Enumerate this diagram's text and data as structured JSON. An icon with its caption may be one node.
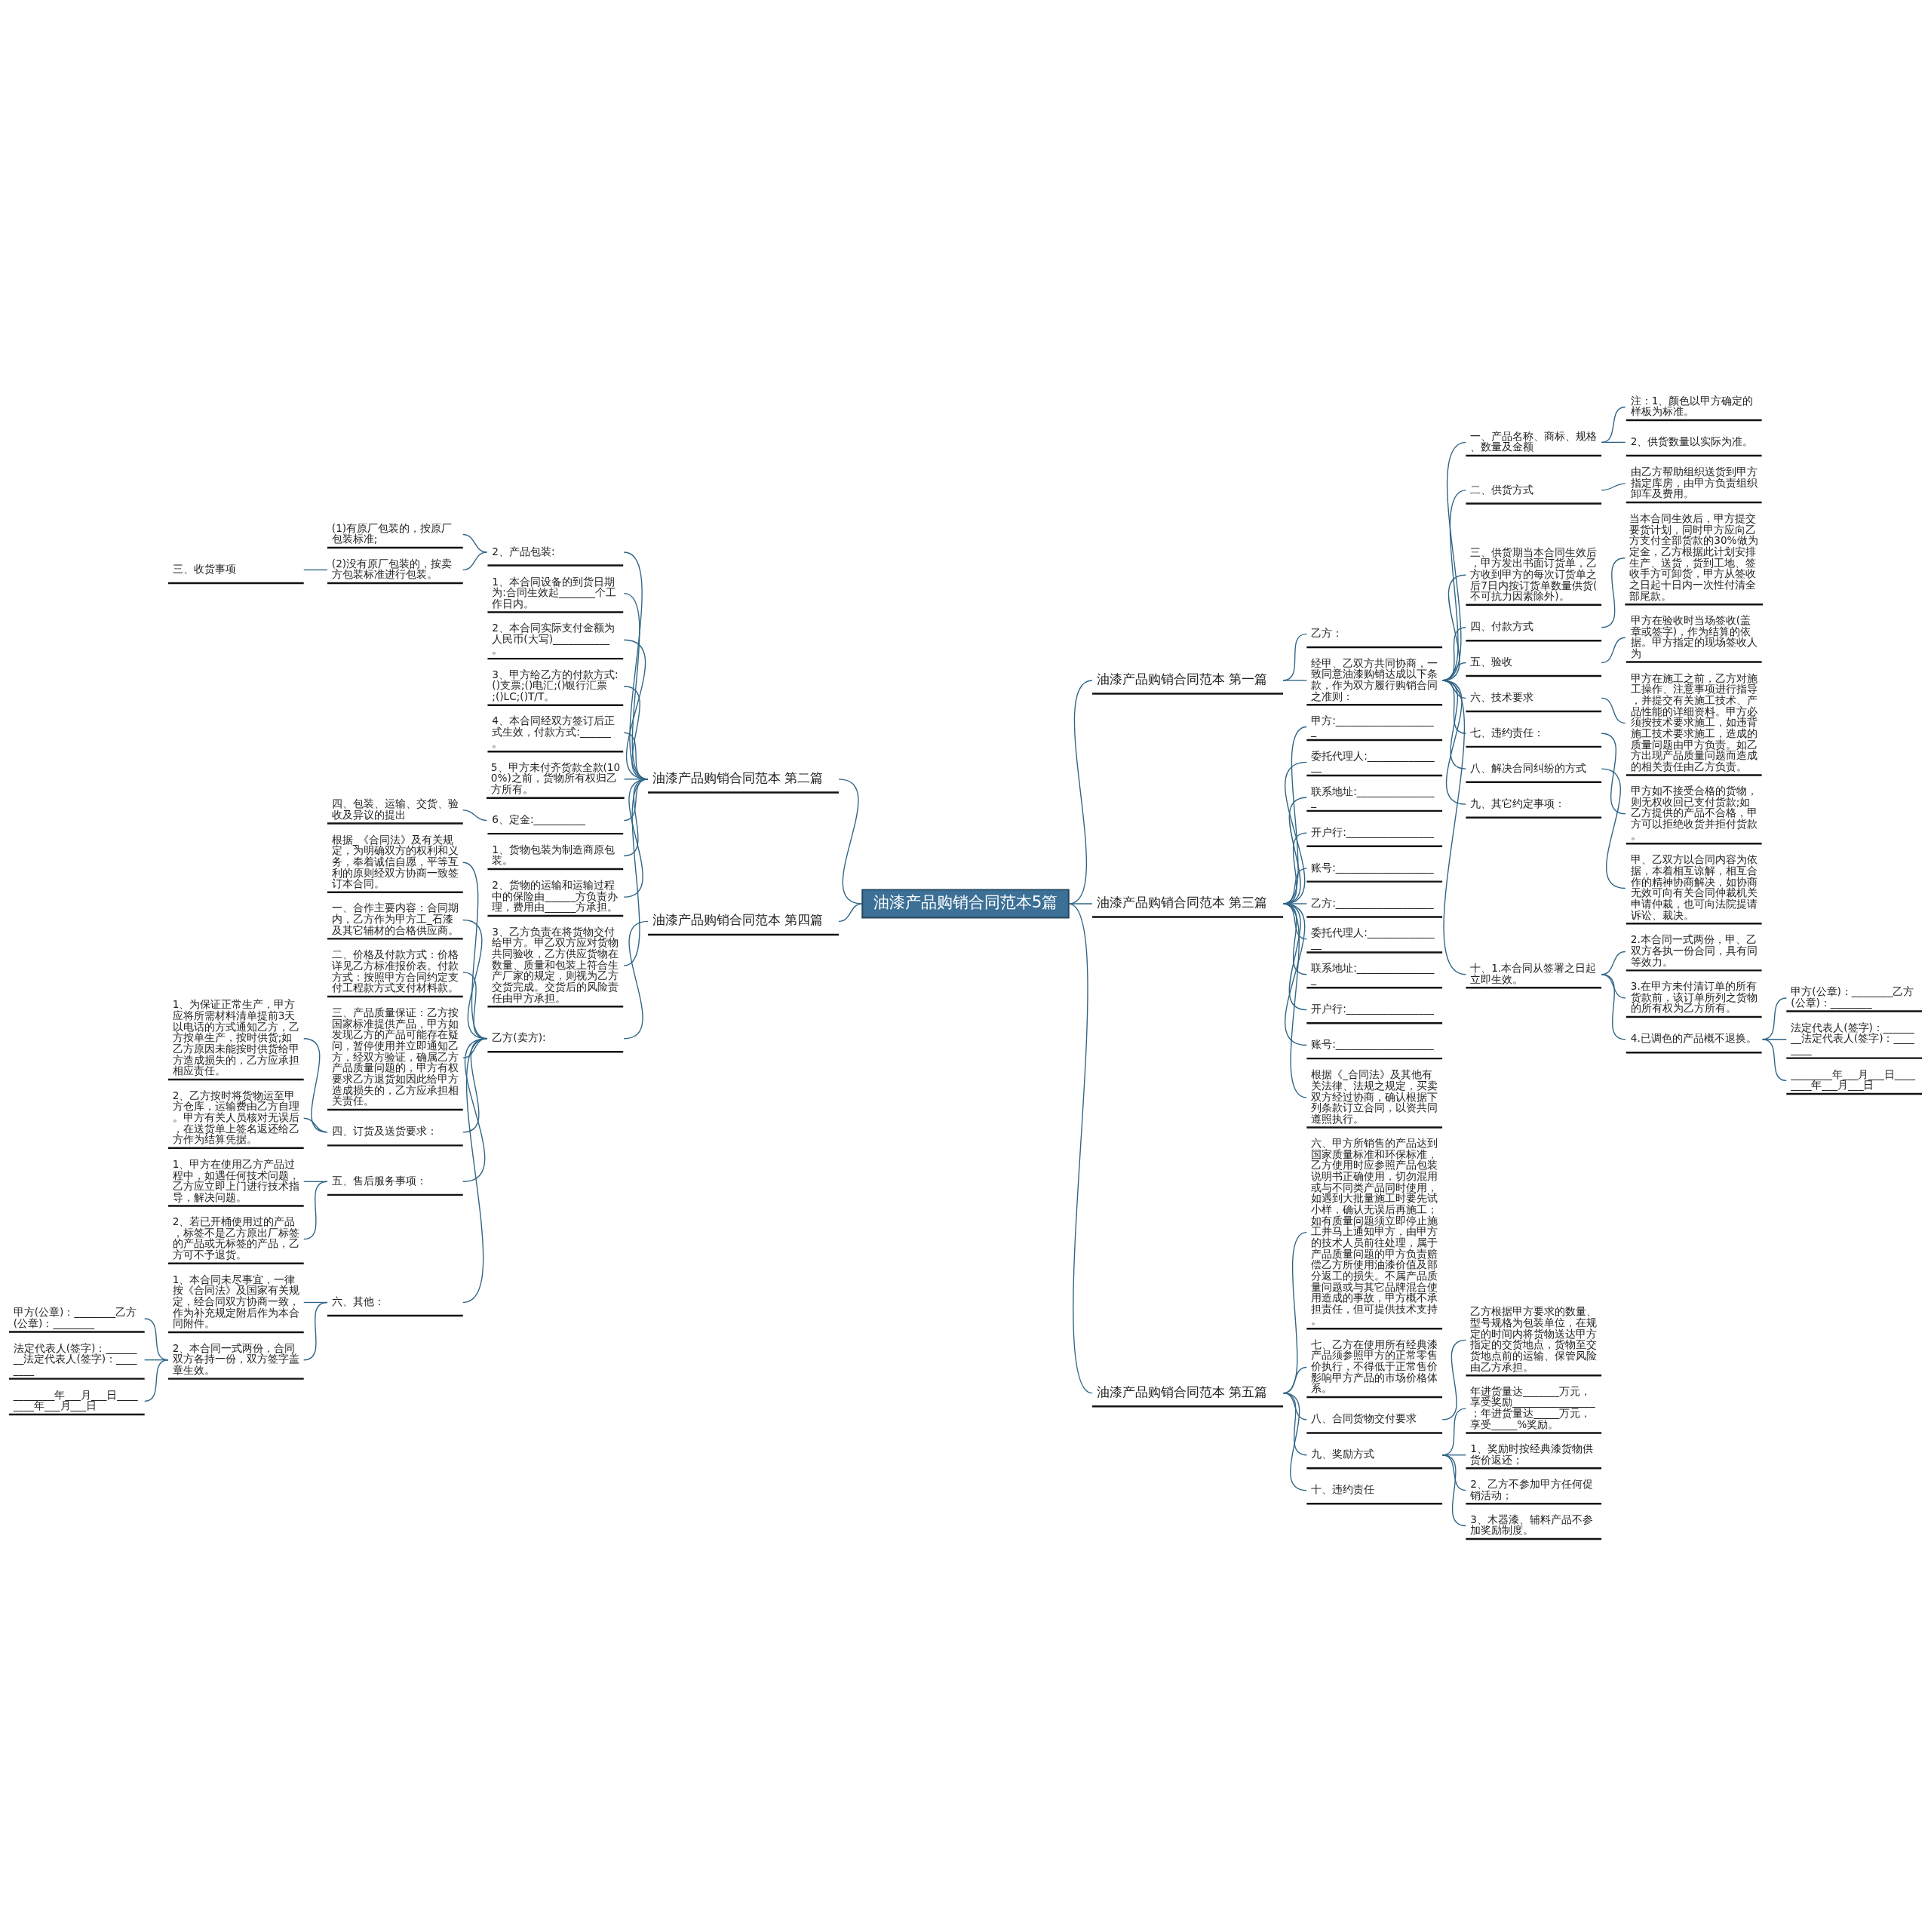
{
  "diagram": {
    "nodes": [
      {
        "text": [
          "油漆产品购销合同范本5篇"
        ]
      },
      {
        "text": [
          "油漆产品购销合同范本 第一篇"
        ]
      },
      {
        "text": [
          "乙方："
        ]
      },
      {
        "text": [
          "经甲、乙双方共同协商，一致同意油漆购销达成以下条款，作为双方履行购销合同之准则："
        ]
      },
      {
        "text": [
          "一、产品名称、商标、规格、数量及金额"
        ]
      },
      {
        "text": [
          "注：1、颜色以甲方确定的样板为标准。"
        ]
      },
      {
        "text": [
          "2、供货数量以实际为准。"
        ]
      },
      {
        "text": [
          "二、供货方式"
        ]
      },
      {
        "text": [
          "由乙方帮助组织送货到甲方指定库房，由甲方负责组织卸车及费用。"
        ]
      },
      {
        "text": [
          "三、供货期当本合同生效后，甲方发出书面订货单，乙方收到甲方的每次订货单之后7日内按订货单数量供货(不可抗力因素除外)。"
        ]
      },
      {
        "text": [
          "四、付款方式"
        ]
      },
      {
        "text": [
          "当本合同生效后，甲方提交要货计划，同时甲方应向乙方支付全部货款的30%做为定金，乙方根据此计划安排生产、送货，货到工地、签收手方可卸货，甲方从签收之日起十日内一次性付清全部尾款。"
        ]
      },
      {
        "text": [
          "五、验收"
        ]
      },
      {
        "text": [
          "甲方在验收时当场签收(盖章或签字)，作为结算的依据。甲方指定的现场签收人为"
        ]
      },
      {
        "text": [
          "六、技术要求"
        ]
      },
      {
        "text": [
          "甲方在施工之前，乙方对施工操作、注意事项进行指导，并提交有关施工技术、产品性能的详细资料。甲方必须按技术要求施工，如违背施工技术要求施工，造成的质量问题由甲方负责。如乙方出现产品质量问题而造成的相关责任由乙方负责。"
        ]
      },
      {
        "text": [
          "七、违约责任："
        ]
      },
      {
        "text": [
          "甲方如不接受合格的货物，则无权收回已支付货款;如乙方提供的产品不合格，甲方可以拒绝收货并拒付货款。"
        ]
      },
      {
        "text": [
          "八、解决合同纠纷的方式"
        ]
      },
      {
        "text": [
          "甲、乙双方以合同内容为依据，本着相互谅解，相互合作的精神协商解决，如协商无效可向有关合同仲裁机关申请仲裁，也可向法院提请诉讼、裁决。"
        ]
      },
      {
        "text": [
          "九、其它约定事项："
        ]
      },
      {
        "text": [
          "十、1.本合同从签署之日起立即生效。"
        ]
      },
      {
        "text": [
          "2.本合同一式两份，甲、乙双方各执一份合同，具有同等效力。"
        ]
      },
      {
        "text": [
          "3.在甲方未付清订单的所有货款前，该订单所列之货物的所有权为乙方所有。"
        ]
      },
      {
        "text": [
          "4.已调色的产品概不退换。"
        ]
      },
      {
        "text": [
          "甲方(公章)：________乙方(公章)：________"
        ]
      },
      {
        "text": [
          "法定代表人(签字)：________法定代表人(签字)：________"
        ]
      },
      {
        "text": [
          "________年___月___日________年___月___日"
        ]
      },
      {
        "text": [
          "油漆产品购销合同范本 第二篇"
        ]
      },
      {
        "text": [
          "2、产品包装:"
        ]
      },
      {
        "text": [
          "(1)有原厂包装的，按原厂包装标准;"
        ]
      },
      {
        "text": [
          "(2)没有原厂包装的，按卖方包装标准进行包装。"
        ]
      },
      {
        "text": [
          "三、收货事项"
        ]
      },
      {
        "text": [
          "1、本合同设备的到货日期为:合同生效起_______个工作日内。"
        ]
      },
      {
        "text": [
          "2、本合同实际支付金额为人民币(大写)___________。"
        ]
      },
      {
        "text": [
          "3、甲方给乙方的付款方式:()支票;()电汇;()银行汇票;()LC;()T/T。"
        ]
      },
      {
        "text": [
          "4、本合同经双方签订后正式生效，付款方式:______。"
        ]
      },
      {
        "text": [
          "5、甲方未付齐货款全款(100%)之前，货物所有权归乙方所有。"
        ]
      },
      {
        "text": [
          "6、定金:__________"
        ]
      },
      {
        "text": [
          "四、包装、运输、交货、验收及异议的提出"
        ]
      },
      {
        "text": [
          "1、货物包装为制造商原包装。"
        ]
      },
      {
        "text": [
          "2、货物的运输和运输过程中的保险由______方负责办理，费用由______方承担。"
        ]
      },
      {
        "text": [
          "3、乙方负责在将货物交付给甲方。甲乙双方应对货物共同验收，乙方供应货物在数量、质量和包装上符合生产厂家的规定，则视为乙方交货完成。交货后的风险责任由甲方承担。"
        ]
      },
      {
        "text": [
          "油漆产品购销合同范本 第三篇"
        ]
      },
      {
        "text": [
          "甲方:____________________"
        ]
      },
      {
        "text": [
          "委托代理人:_______________"
        ]
      },
      {
        "text": [
          "联系地址:________________"
        ]
      },
      {
        "text": [
          "开户行:_________________"
        ]
      },
      {
        "text": [
          "账号:___________________"
        ]
      },
      {
        "text": [
          "乙方:___________________"
        ]
      },
      {
        "text": [
          "委托代理人:_______________"
        ]
      },
      {
        "text": [
          "联系地址:________________"
        ]
      },
      {
        "text": [
          "开户行:_________________"
        ]
      },
      {
        "text": [
          "账号:___________________"
        ]
      },
      {
        "text": [
          "根据《_合同法》及其他有关法律、法规之规定，买卖双方经过协商，确认根据下列条款订立合同，以资共同遵照执行。"
        ]
      },
      {
        "text": [
          "油漆产品购销合同范本 第四篇"
        ]
      },
      {
        "text": [
          "乙方(卖方):"
        ]
      },
      {
        "text": [
          "根据_《合同法》及有关规定，为明确双方的权利和义务，奉着诚信自愿，平等互利的原则经双方协商一致签订本合同。"
        ]
      },
      {
        "text": [
          "一、合作主要内容：合同期内，乙方作为甲方工_石漆及其它辅材的合格供应商。"
        ]
      },
      {
        "text": [
          "二、价格及付款方式：价格详见乙方标准报价表。付款方式：按照甲方合同约定支付工程款方式支付材料款。"
        ]
      },
      {
        "text": [
          "三、产品质量保证：乙方按国家标准提供产品，甲方如发现乙方的产品可能存在疑问，暂停使用并立即通知乙方，经双方验证，确属乙方产品质量问题的，甲方有权要求乙方退货如因此给甲方造成损失的，乙方应承担相关责任。"
        ]
      },
      {
        "text": [
          "四、订货及送货要求："
        ]
      },
      {
        "text": [
          "1、为保证正常生产，甲方应将所需材料清单提前3天以电话的方式通知乙方，乙方按单生产，按时供货;如乙方原因未能按时供货给甲方造成损失的，乙方应承担相应责任。"
        ]
      },
      {
        "text": [
          "2、乙方按时将货物运至甲方仓库，运输费由乙方自理。甲方有关人员核对无误后，在送货单上签名返还给乙方作为结算凭据。"
        ]
      },
      {
        "text": [
          "五、售后服务事项："
        ]
      },
      {
        "text": [
          "1、甲方在使用乙方产品过程中，如遇任何技术问题，乙方应立即上门进行技术指导，解决问题。"
        ]
      },
      {
        "text": [
          "2、若已开桶使用过的产品，标签不是乙方原出厂标签的产品或无标签的产品，乙方可不予退货。"
        ]
      },
      {
        "text": [
          "六、其他："
        ]
      },
      {
        "text": [
          "1、本合同未尽事宜，一律按《合同法》及国家有关规定，经合同双方协商一致，作为补充规定附后作为本合同附件。"
        ]
      },
      {
        "text": [
          "2、本合同一式两份，合同双方各持一份，双方签字盖章生效。"
        ]
      },
      {
        "text": [
          "甲方(公章)：________乙方(公章)：________"
        ]
      },
      {
        "text": [
          "法定代表人(签字)：________法定代表人(签字)：________"
        ]
      },
      {
        "text": [
          "________年___月___日________年___月___日"
        ]
      },
      {
        "text": [
          "油漆产品购销合同范本 第五篇"
        ]
      },
      {
        "text": [
          "六、甲方所销售的产品达到国家质量标准和环保标准，乙方使用时应参照产品包装说明书正确使用，切勿混用或与不同类产品同时使用，如遇到大批量施工时要先试小样，确认无误后再施工；如有质量问题须立即停止施工并马上通知甲方，由甲方的技术人员前往处理，属于产品质量问题的甲方负责赔偿乙方所使用油漆价值及部分返工的损失。不属产品质量问题或与其它品牌混合使用造成的事故，甲方概不承担责任，但可提供技术支持。"
        ]
      },
      {
        "text": [
          "七、乙方在使用所有经典漆产品须参照甲方的正常零售价执行，不得低于正常售价影响甲方产品的市场价格体系。"
        ]
      },
      {
        "text": [
          "八、合同货物交付要求"
        ]
      },
      {
        "text": [
          "乙方根据甲方要求的数量、型号规格为包装单位，在规定的时间内将货物送达甲方指定的交货地点，货物至交货地点前的运输、保管风险由乙方承担。"
        ]
      },
      {
        "text": [
          "九、奖励方式"
        ]
      },
      {
        "text": [
          "年进货量达_______万元，享受奖励________________；年进货量达_____万元，享受_____%奖励。"
        ]
      },
      {
        "text": [
          "1、奖励时按经典漆货物供货价返还；"
        ]
      },
      {
        "text": [
          "2、乙方不参加甲方任何促销活动；"
        ]
      },
      {
        "text": [
          "3、木器漆、辅料产品不参加奖励制度。"
        ]
      },
      {
        "text": [
          "十、违约责任"
        ]
      }
    ],
    "edges": [
      {
        "from": 0,
        "to": 1,
        "arrow": "none"
      },
      {
        "from": 1,
        "to": 2,
        "arrow": "none"
      },
      {
        "from": 1,
        "to": 3,
        "arrow": "none"
      },
      {
        "from": 3,
        "to": 4,
        "arrow": "none"
      },
      {
        "from": 4,
        "to": 5,
        "arrow": "none"
      },
      {
        "from": 4,
        "to": 6,
        "arrow": "none"
      },
      {
        "from": 3,
        "to": 7,
        "arrow": "none"
      },
      {
        "from": 7,
        "to": 8,
        "arrow": "none"
      },
      {
        "from": 3,
        "to": 9,
        "arrow": "none"
      },
      {
        "from": 3,
        "to": 10,
        "arrow": "none"
      },
      {
        "from": 10,
        "to": 11,
        "arrow": "none"
      },
      {
        "from": 3,
        "to": 12,
        "arrow": "none"
      },
      {
        "from": 12,
        "to": 13,
        "arrow": "none"
      },
      {
        "from": 3,
        "to": 14,
        "arrow": "none"
      },
      {
        "from": 14,
        "to": 15,
        "arrow": "none"
      },
      {
        "from": 3,
        "to": 16,
        "arrow": "none"
      },
      {
        "from": 16,
        "to": 17,
        "arrow": "none"
      },
      {
        "from": 3,
        "to": 18,
        "arrow": "none"
      },
      {
        "from": 18,
        "to": 19,
        "arrow": "none"
      },
      {
        "from": 3,
        "to": 20,
        "arrow": "none"
      },
      {
        "from": 3,
        "to": 21,
        "arrow": "none"
      },
      {
        "from": 21,
        "to": 22,
        "arrow": "none"
      },
      {
        "from": 21,
        "to": 23,
        "arrow": "none"
      },
      {
        "from": 21,
        "to": 24,
        "arrow": "none"
      },
      {
        "from": 24,
        "to": 25,
        "arrow": "none"
      },
      {
        "from": 24,
        "to": 26,
        "arrow": "none"
      },
      {
        "from": 24,
        "to": 27,
        "arrow": "none"
      },
      {
        "from": 28,
        "to": 0,
        "arrow": "none"
      },
      {
        "from": 29,
        "to": 28,
        "arrow": "none"
      },
      {
        "from": 30,
        "to": 29,
        "arrow": "none"
      },
      {
        "from": 31,
        "to": 29,
        "arrow": "none"
      },
      {
        "from": 32,
        "to": 31,
        "arrow": "none"
      },
      {
        "from": 33,
        "to": 28,
        "arrow": "none"
      },
      {
        "from": 34,
        "to": 28,
        "arrow": "none"
      },
      {
        "from": 35,
        "to": 28,
        "arrow": "none"
      },
      {
        "from": 36,
        "to": 28,
        "arrow": "none"
      },
      {
        "from": 37,
        "to": 28,
        "arrow": "none"
      },
      {
        "from": 38,
        "to": 28,
        "arrow": "none"
      },
      {
        "from": 39,
        "to": 38,
        "arrow": "none"
      },
      {
        "from": 40,
        "to": 28,
        "arrow": "none"
      },
      {
        "from": 41,
        "to": 28,
        "arrow": "none"
      },
      {
        "from": 42,
        "to": 28,
        "arrow": "none"
      },
      {
        "from": 0,
        "to": 43,
        "arrow": "none"
      },
      {
        "from": 43,
        "to": 44,
        "arrow": "none"
      },
      {
        "from": 43,
        "to": 45,
        "arrow": "none"
      },
      {
        "from": 43,
        "to": 46,
        "arrow": "none"
      },
      {
        "from": 43,
        "to": 47,
        "arrow": "none"
      },
      {
        "from": 43,
        "to": 48,
        "arrow": "none"
      },
      {
        "from": 43,
        "to": 49,
        "arrow": "none"
      },
      {
        "from": 43,
        "to": 50,
        "arrow": "none"
      },
      {
        "from": 43,
        "to": 51,
        "arrow": "none"
      },
      {
        "from": 43,
        "to": 52,
        "arrow": "none"
      },
      {
        "from": 43,
        "to": 53,
        "arrow": "none"
      },
      {
        "from": 43,
        "to": 54,
        "arrow": "none"
      },
      {
        "from": 55,
        "to": 0,
        "arrow": "none"
      },
      {
        "from": 56,
        "to": 55,
        "arrow": "none"
      },
      {
        "from": 57,
        "to": 56,
        "arrow": "none"
      },
      {
        "from": 58,
        "to": 56,
        "arrow": "none"
      },
      {
        "from": 59,
        "to": 56,
        "arrow": "none"
      },
      {
        "from": 60,
        "to": 56,
        "arrow": "none"
      },
      {
        "from": 61,
        "to": 56,
        "arrow": "none"
      },
      {
        "from": 62,
        "to": 61,
        "arrow": "none"
      },
      {
        "from": 63,
        "to": 61,
        "arrow": "none"
      },
      {
        "from": 64,
        "to": 56,
        "arrow": "none"
      },
      {
        "from": 65,
        "to": 64,
        "arrow": "none"
      },
      {
        "from": 66,
        "to": 64,
        "arrow": "none"
      },
      {
        "from": 67,
        "to": 56,
        "arrow": "none"
      },
      {
        "from": 68,
        "to": 67,
        "arrow": "none"
      },
      {
        "from": 69,
        "to": 67,
        "arrow": "none"
      },
      {
        "from": 70,
        "to": 69,
        "arrow": "none"
      },
      {
        "from": 71,
        "to": 69,
        "arrow": "none"
      },
      {
        "from": 72,
        "to": 69,
        "arrow": "none"
      },
      {
        "from": 0,
        "to": 73,
        "arrow": "none"
      },
      {
        "from": 73,
        "to": 74,
        "arrow": "none"
      },
      {
        "from": 73,
        "to": 75,
        "arrow": "none"
      },
      {
        "from": 73,
        "to": 76,
        "arrow": "none"
      },
      {
        "from": 76,
        "to": 77,
        "arrow": "none"
      },
      {
        "from": 73,
        "to": 78,
        "arrow": "none"
      },
      {
        "from": 78,
        "to": 79,
        "arrow": "none"
      },
      {
        "from": 78,
        "to": 80,
        "arrow": "none"
      },
      {
        "from": 78,
        "to": 81,
        "arrow": "none"
      },
      {
        "from": 78,
        "to": 82,
        "arrow": "none"
      },
      {
        "from": 73,
        "to": 83,
        "arrow": "none"
      }
    ]
  }
}
